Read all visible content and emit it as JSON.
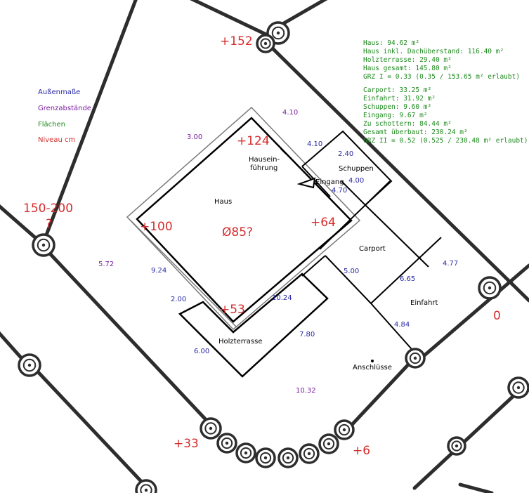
{
  "legend": {
    "aussenmasse": "Außenmaße",
    "grenzabstaende": "Grenzabstände",
    "flaechen": "Flächen",
    "niveau": "Niveau cm"
  },
  "colors": {
    "outer_dims": "#2a2aa8",
    "boundary_dist": "#7a1fa0",
    "areas": "#1e8a1e",
    "levels": "#d62d2d",
    "lines": "#2d2d2d"
  },
  "areas_block1": [
    "Haus: 94.62 m²",
    "Haus inkl. Dachüberstand: 116.40 m²",
    "Holzterrasse: 29.40 m²",
    "Haus gesamt: 145.80 m²",
    "GRZ I = 0.33 (0.35 / 153.65 m² erlaubt)"
  ],
  "areas_block2": [
    "Carport: 33.25 m²",
    "Einfahrt: 31.92 m²",
    "Schuppen: 9.60 m²",
    "Eingang: 9.67 m²",
    "Zu schottern: 84.44 m²",
    "Gesamt überbaut: 230.24 m²",
    "GRZ II = 0.52 (0.525 / 230.48 m² erlaubt)"
  ],
  "levels": {
    "top": "+152",
    "left_range": "150-200",
    "left_q": "?",
    "house_top": "+124",
    "house_left": "+100",
    "house_right": "+64",
    "house_bottom": "+53",
    "right": "0",
    "bottom_left": "+33",
    "bottom_right": "+6",
    "diameter": "Ø85?"
  },
  "labels": {
    "haus": "Haus",
    "hauseinfuehrung_1": "Hausein-",
    "hauseinfuehrung_2": "führung",
    "eingang": "Eingang",
    "schuppen": "Schuppen",
    "carport": "Carport",
    "einfahrt": "Einfahrt",
    "holzterrasse": "Holzterrasse",
    "anschluesse": "Anschlüsse"
  },
  "outer_dims": {
    "d410b": "4.10",
    "d240": "2.40",
    "d400": "4.00",
    "d470": "4.70",
    "d924": "9.24",
    "d200": "2.00",
    "d1024": "10.24",
    "d500": "5.00",
    "d665": "6.65",
    "d477": "4.77",
    "d484": "4.84",
    "d780": "7.80",
    "d600": "6.00"
  },
  "boundary_dists": {
    "d410a": "4.10",
    "d300": "3.00",
    "d572": "5.72",
    "d1032": "10.32"
  }
}
